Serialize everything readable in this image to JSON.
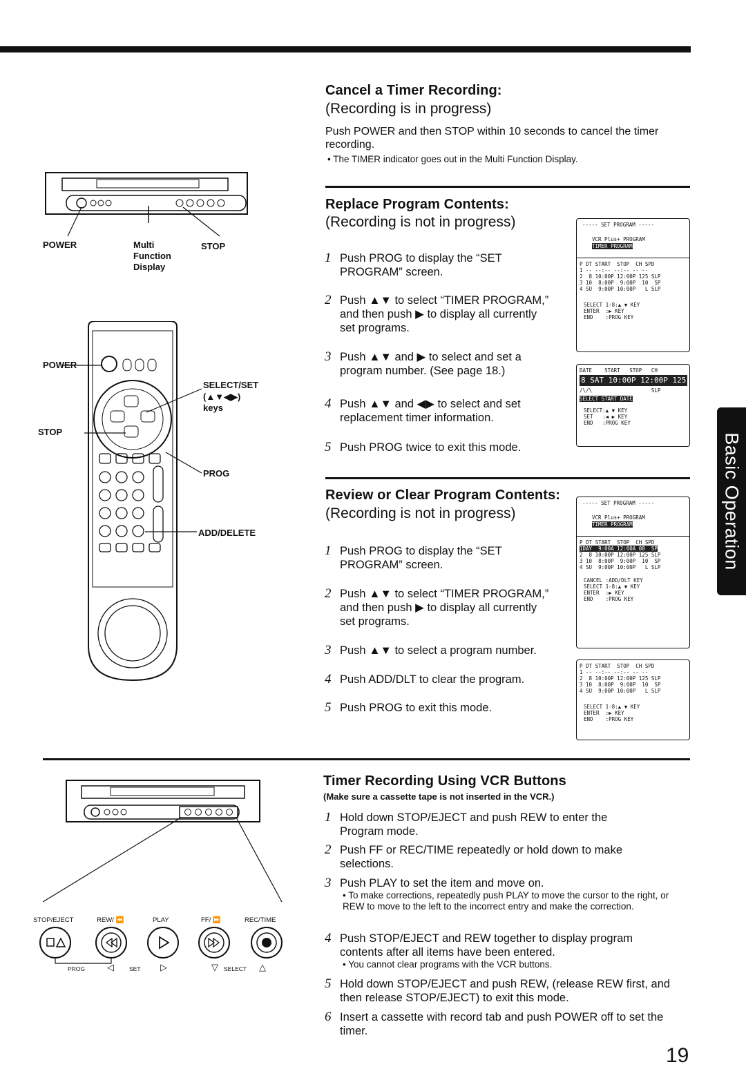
{
  "section_tab": "Basic Operation",
  "page_number": "19",
  "cancel": {
    "title": "Cancel a Timer Recording:",
    "subtitle": "(Recording is in progress)",
    "body": "Push POWER and then STOP within 10 seconds to cancel the timer recording.",
    "note": "• The TIMER indicator goes out in the Multi Function Display."
  },
  "replace": {
    "title": "Replace Program Contents:",
    "subtitle": "(Recording is not in progress)",
    "steps": [
      {
        "n": "1",
        "text": "Push PROG to display the “SET PROGRAM” screen."
      },
      {
        "n": "2",
        "text": "Push ▲▼ to select “TIMER PROGRAM,” and then push ▶ to display all currently set programs."
      },
      {
        "n": "3",
        "text": "Push ▲▼ and ▶ to select and set a program number. (See page 18.)"
      },
      {
        "n": "4",
        "text": "Push ▲▼ and ◀▶ to select and set replacement timer information."
      },
      {
        "n": "5",
        "text": "Push PROG twice to exit this mode."
      }
    ]
  },
  "review": {
    "title": "Review or Clear Program Contents:",
    "subtitle": "(Recording is not in progress)",
    "steps": [
      {
        "n": "1",
        "text": "Push PROG to display the “SET PROGRAM” screen."
      },
      {
        "n": "2",
        "text": "Push ▲▼ to select “TIMER PROGRAM,” and then push ▶ to display all currently set programs."
      },
      {
        "n": "3",
        "text": "Push ▲▼ to select a program number."
      },
      {
        "n": "4",
        "text": "Push ADD/DLT to clear the program."
      },
      {
        "n": "5",
        "text": "Push PROG to exit this mode."
      }
    ]
  },
  "vcr_buttons": {
    "title": "Timer Recording Using VCR Buttons",
    "subtitle": "(Make sure a cassette tape is not inserted in the VCR.)",
    "steps": [
      {
        "n": "1",
        "text": "Hold down STOP/EJECT and push REW to enter the Program mode."
      },
      {
        "n": "2",
        "text": "Push FF or REC/TIME repeatedly or hold down to make selections."
      },
      {
        "n": "3",
        "text": "Push PLAY to set the item and move on.",
        "note": "• To make corrections, repeatedly push PLAY to move the cursor to the right, or REW to move to the left to the incorrect entry and make the correction."
      },
      {
        "n": "4",
        "text": "Push STOP/EJECT and REW together to display program contents after all items have been entered.",
        "note": "• You cannot clear programs with the VCR buttons."
      },
      {
        "n": "5",
        "text": "Hold down STOP/EJECT and push REW, (release REW first, and then release STOP/EJECT) to exit this mode."
      },
      {
        "n": "6",
        "text": "Insert a cassette with record tab and push POWER off to set the timer."
      }
    ]
  },
  "labels": {
    "power": "POWER",
    "multi": "Multi",
    "function": "Function",
    "display": "Display",
    "stop": "STOP",
    "select_set": "SELECT/SET",
    "select_keys": "(▲▼◀▶)",
    "keys": "keys",
    "prog": "PROG",
    "add_delete": "ADD/DELETE",
    "stop_eject": "STOP/EJECT",
    "rew": "REW/ ⏪",
    "play": "PLAY",
    "ff": "FF/ ⏩",
    "rec_time": "REC/TIME",
    "prog_small": "PROG",
    "set_small": "SET",
    "select_small": "SELECT"
  },
  "screens": {
    "set_program_header": "----- SET PROGRAM -----",
    "vcr_plus": "VCR Plus+ PROGRAM",
    "timer_program": "TIMER PROGRAM",
    "table_header": "P DT START  STOP  CH SPD",
    "rows_a": [
      "1 -- --:-- --:-- -- --",
      "2  8 10:00P 12:00P 125 SLP",
      "3 10  8:00P  9:00P  10  SP",
      "4 SU  9:00P 10:00P   L SLP"
    ],
    "rows_b": [
      "1DAY  9:00A 12:00A 08  SP",
      "2  8 10:00P 12:00P 125 SLP",
      "3 10  8:00P  9:00P  10  SP",
      "4 SU  9:00P 10:00P   L SLP"
    ],
    "keys_a": [
      "SELECT 1-8:▲ ▼ KEY",
      "ENTER  :▶ KEY",
      "END    :PROG KEY"
    ],
    "keys_cancel": [
      "CANCEL :ADD/DLT KEY",
      "SELECT 1-8:▲ ▼ KEY",
      "ENTER  :▶ KEY",
      "END    :PROG KEY"
    ],
    "date_header": "DATE    START   STOP   CH",
    "date_row": "8 SAT 10:00P 12:00P 125",
    "slp_row": "/\\/\\                   SLP",
    "select_start_date": "SELECT START DATE",
    "keys_b": [
      "SELECT:▲ ▼ KEY",
      "SET   :◀ ▶ KEY",
      "END   :PROG KEY"
    ]
  }
}
